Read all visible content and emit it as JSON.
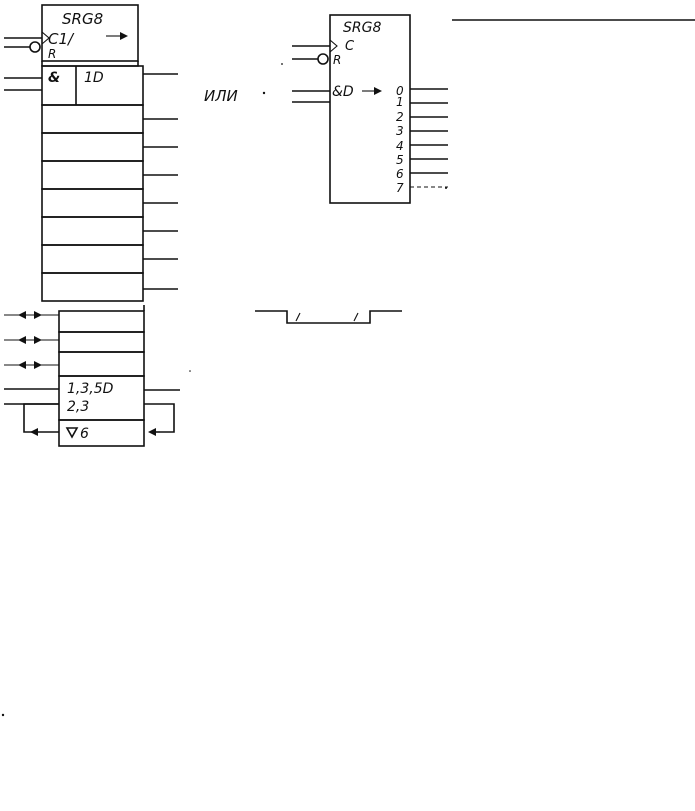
{
  "diagram": {
    "left_register": {
      "title": "SRG8",
      "clock_label": "C1/",
      "reset_label": "R",
      "and_label": "&",
      "data_label": "1D"
    },
    "connector_word": "ИЛИ",
    "right_register": {
      "title": "SRG8",
      "clock_label": "C",
      "reset_label": "R",
      "and_data_label": "&D",
      "outputs": [
        "0",
        "1",
        "2",
        "3",
        "4",
        "5",
        "6",
        "7"
      ]
    },
    "lower_block": {
      "mode_label_line1": "1,3,5D",
      "mode_label_line2": "2,3",
      "enable_label": "6"
    },
    "colors": {
      "ink": "#111111",
      "background": "#ffffff"
    }
  }
}
